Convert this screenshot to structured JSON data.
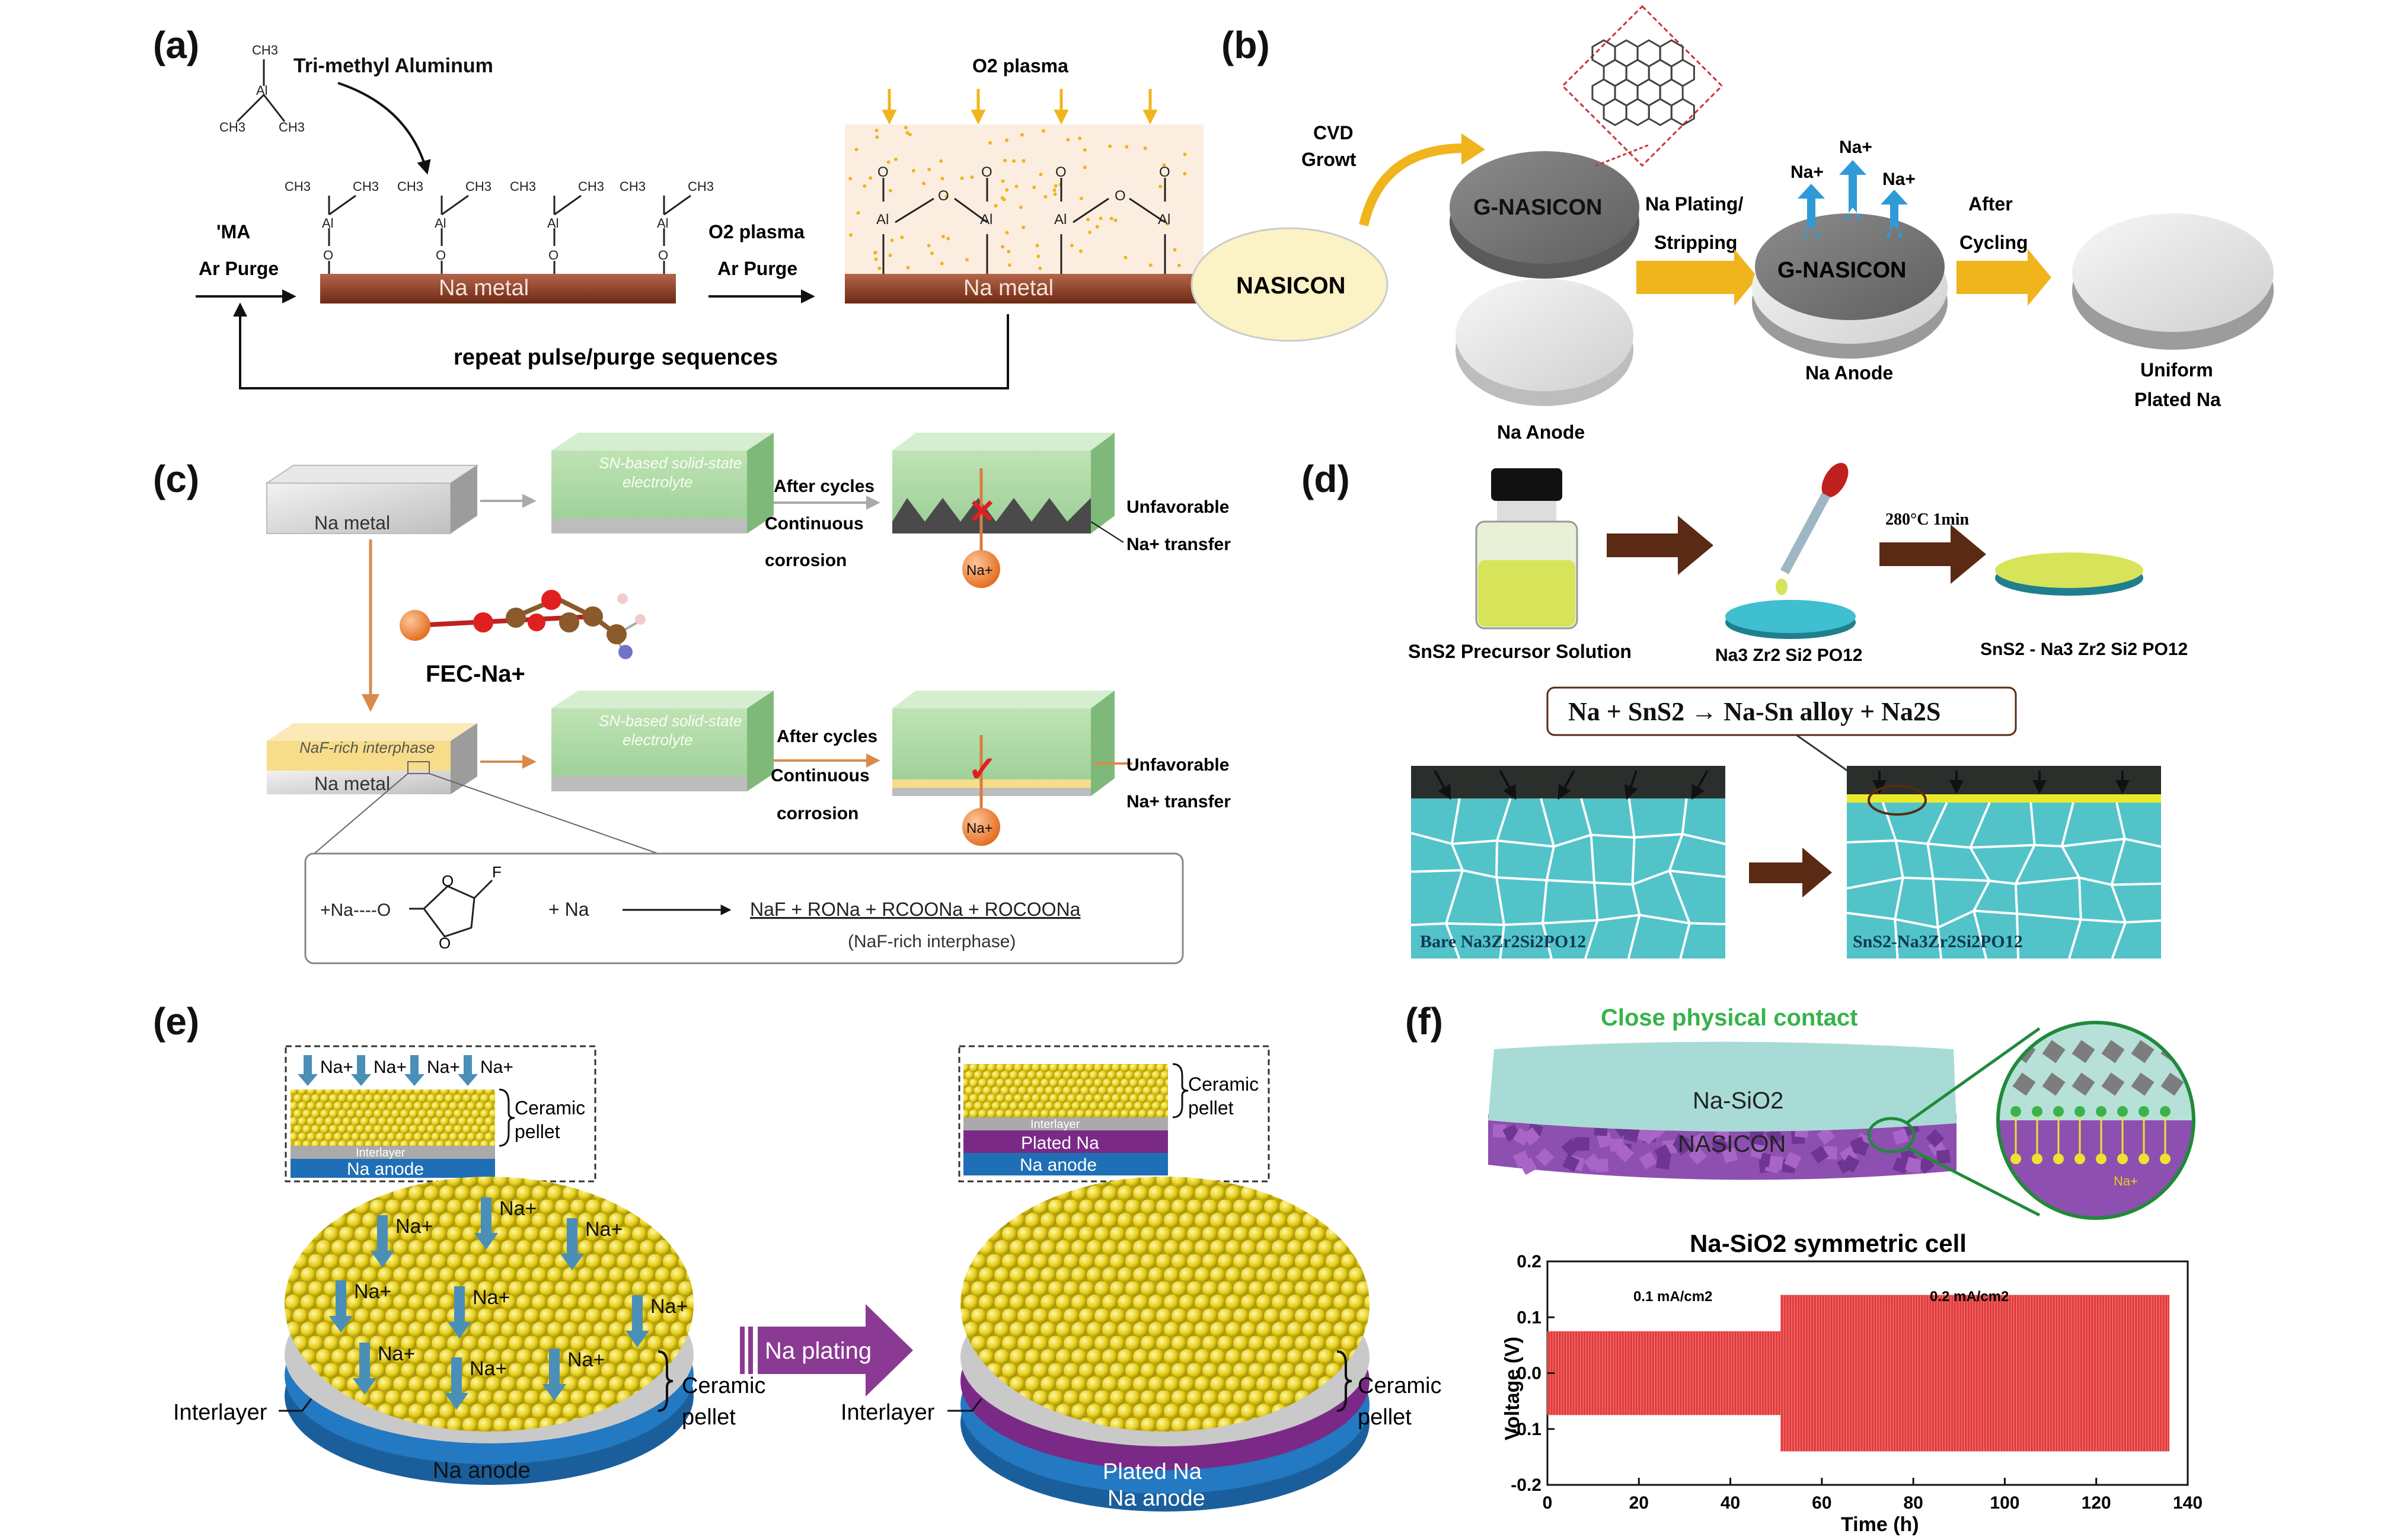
{
  "panel_labels": {
    "a": "(a)",
    "b": "(b)",
    "c": "(c)",
    "d": "(d)",
    "e": "(e)",
    "f": "(f)"
  },
  "panel_a": {
    "tma_label": "Tri-methyl Aluminum",
    "ch3": "CH3",
    "al": "Al",
    "o": "O",
    "left_step": [
      "'MA",
      "Ar Purge"
    ],
    "right_step": [
      "O2 plasma",
      "Ar Purge"
    ],
    "plasma_label": "O2  plasma",
    "substrate_label": "Na metal",
    "repeat_label": "repeat pulse/purge sequences"
  },
  "panel_b": {
    "cvd_label": [
      "CVD",
      "Growt"
    ],
    "nasicon": "NASICON",
    "g_nasicon": "G-NASICON",
    "plating_label": [
      "Na Plating/",
      "Stripping"
    ],
    "na_plus": "Na+",
    "na_anode": "Na Anode",
    "after_cycling": [
      "After",
      "Cycling"
    ],
    "uniform": [
      "Uniform",
      "Plated Na"
    ]
  },
  "panel_c": {
    "na_metal": "Na metal",
    "electrolyte": [
      "SN-based solid-state",
      "electrolyte"
    ],
    "after_cycles": "After cycles",
    "continuous": "Continuous",
    "corrosion": "corrosion",
    "unfavorable": "Unfavorable",
    "na_transfer": "Na+ transfer",
    "fec": "FEC-Na+",
    "naf_interphase": "NaF-rich interphase",
    "reaction_left": "+Na----O",
    "reaction_plus_na": "+ Na",
    "reaction_products": "NaF + RONa + RCOONa + ROCOONa",
    "reaction_note": "(NaF-rich interphase)",
    "ion": "Na+"
  },
  "panel_d": {
    "precursor": "SnS2 Precursor Solution",
    "substrate": "Na3 Zr2 Si2 PO12",
    "condition": "280°C 1min",
    "product": "SnS2  -  Na3 Zr2 Si2 PO12",
    "equation": "Na + SnS2 → Na-Sn alloy + Na2S",
    "bare": "Bare Na3Zr2Si2PO12",
    "coated": "SnS2-Na3Zr2Si2PO12"
  },
  "panel_e": {
    "ceramic": [
      "Ceramic",
      "pellet"
    ],
    "interlayer": "Interlayer",
    "na_anode": "Na anode",
    "plated_na": "Plated Na",
    "na_plus": "Na+",
    "arrow_label": "Na plating"
  },
  "panel_f": {
    "contact": "Close physical contact",
    "layer_top": "Na-SiO2",
    "layer_bottom": "NASICON",
    "ion": "Na+",
    "chart_title": "Na-SiO2 symmetric cell",
    "ylabel": "Voltage (V)",
    "xlabel": "Time (h)",
    "current_1": "0.1 mA/cm2",
    "current_2": "0.2 mA/cm2"
  },
  "colors": {
    "na_metal": "#8b3a1f",
    "arrow_gold": "#f0b41c",
    "ion_blue": "#2f9ad8",
    "teal": "#2fb3c4",
    "ball_yellow": "#e6cf1a",
    "anode_blue": "#1e6fb5",
    "plated_purple": "#7a2a86",
    "trace_red": "#e23b3b",
    "contact_green": "#35b34a"
  },
  "chart_data": {
    "type": "line",
    "title": "Na-SiO2 symmetric cell",
    "xlabel": "Time (h)",
    "ylabel": "Voltage (V)",
    "xlim": [
      0,
      140
    ],
    "ylim": [
      -0.2,
      0.2
    ],
    "xticks": [
      0,
      20,
      40,
      60,
      80,
      100,
      120,
      140
    ],
    "yticks": [
      -0.2,
      -0.1,
      0.0,
      0.1,
      0.2
    ],
    "segments": [
      {
        "label": "0.1 mA/cm2",
        "x_start": 0,
        "x_end": 51,
        "amplitude": 0.075
      },
      {
        "label": "0.2 mA/cm2",
        "x_start": 51,
        "x_end": 136,
        "amplitude": 0.14
      }
    ]
  }
}
